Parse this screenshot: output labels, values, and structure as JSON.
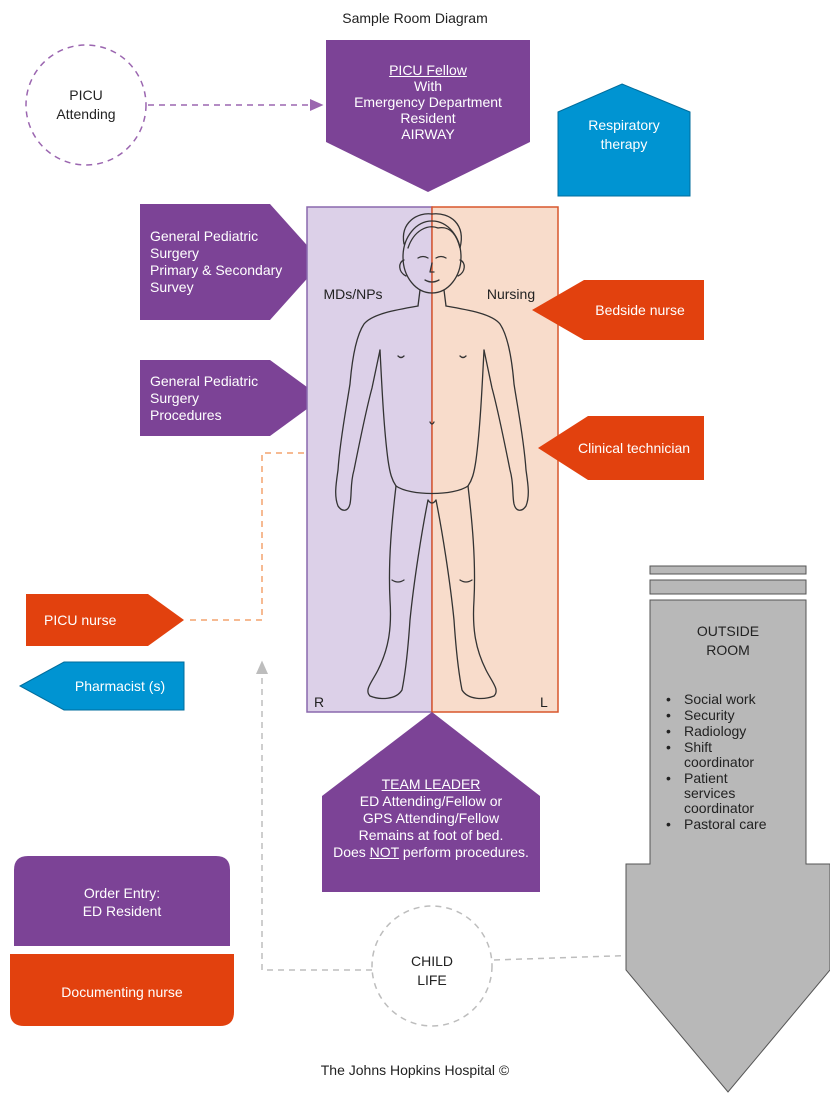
{
  "title": "Sample Room Diagram",
  "footer": "The Johns Hopkins Hospital ©",
  "colors": {
    "purple": "#7c4396",
    "orange": "#e2410e",
    "blue": "#0094d2",
    "gray": "#b8b8b8",
    "bed_left_fill": "#dcd0e8",
    "bed_left_border": "#8a68ad",
    "bed_right_fill": "#f8dccb",
    "bed_right_border": "#d8572c",
    "dashed_purple": "#9b66b0",
    "dashed_orange": "#f4a46e",
    "dashed_gray": "#bdbdbd"
  },
  "picu_attending": "PICU\nAttending",
  "picu_fellow": {
    "line1": "PICU Fellow",
    "line2": "With\nEmergency Department\nResident\nAIRWAY"
  },
  "respiratory": "Respiratory\ntherapy",
  "gps_survey": "General Pediatric\nSurgery\nPrimary & Secondary\nSurvey",
  "gps_procedures": "General Pediatric\nSurgery\nProcedures",
  "bed": {
    "left_label": "MDs/NPs",
    "right_label": "Nursing",
    "corner_left": "R",
    "corner_right": "L"
  },
  "bedside_nurse": "Bedside nurse",
  "clinical_tech": "Clinical technician",
  "picu_nurse": "PICU nurse",
  "pharmacist": "Pharmacist (s)",
  "team_leader": {
    "title": "TEAM LEADER",
    "line1": "ED Attending/Fellow or",
    "line2": "GPS Attending/Fellow",
    "line3": "Remains at foot of bed.",
    "line4_pre": "Does ",
    "line4_u": "NOT",
    "line4_post": " perform procedures."
  },
  "order_entry": "Order Entry:\nED Resident",
  "documenting_nurse": "Documenting nurse",
  "child_life": "CHILD\nLIFE",
  "outside": {
    "title": "OUTSIDE\nROOM",
    "items": [
      "Social work",
      "Security",
      "Radiology",
      "Shift\ncoordinator",
      "Patient\nservices\ncoordinator",
      "Pastoral care"
    ]
  }
}
